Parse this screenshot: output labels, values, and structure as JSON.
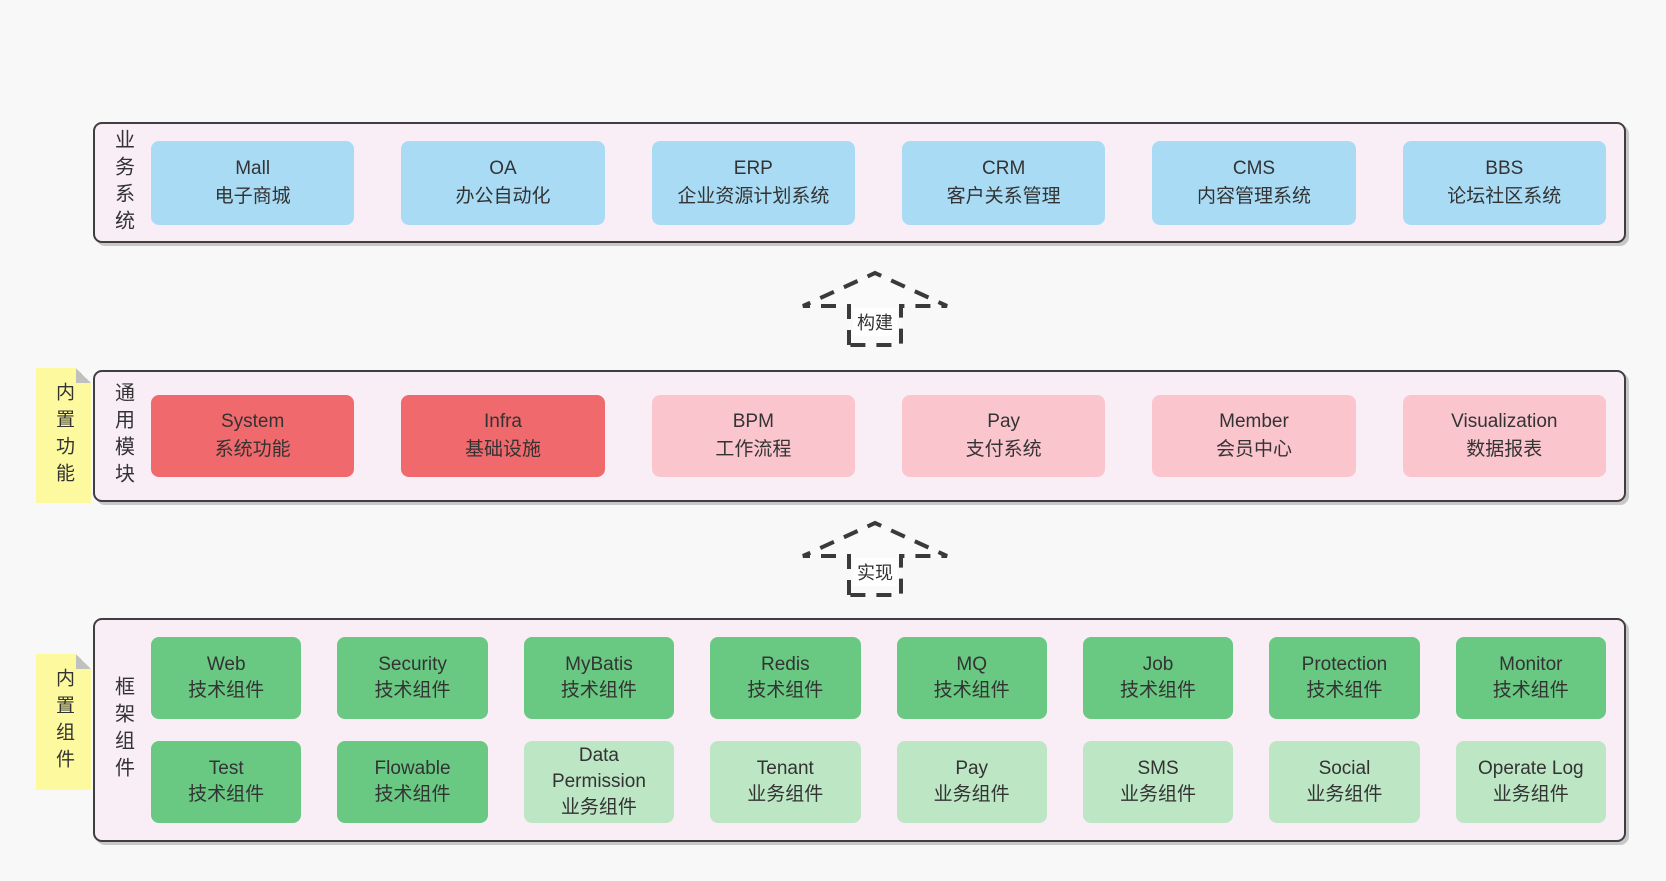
{
  "palette": {
    "page_bg": "#f8f8f8",
    "band_bg": "#f9edf6",
    "band_border": "#3f3f3f",
    "node_blue": "#a9dbf5",
    "node_red": "#f0696c",
    "node_pink": "#fbc5ce",
    "node_green": "#69c882",
    "node_light_green": "#bce6c4",
    "sticky_yellow": "#fcf99f",
    "text": "#333333"
  },
  "bands": [
    {
      "label": "业务系统",
      "boxes": [
        {
          "name": "Mall",
          "desc": "电子商城"
        },
        {
          "name": "OA",
          "desc": "办公自动化"
        },
        {
          "name": "ERP",
          "desc": "企业资源计划系统"
        },
        {
          "name": "CRM",
          "desc": "客户关系管理"
        },
        {
          "name": "CMS",
          "desc": "内容管理系统"
        },
        {
          "name": "BBS",
          "desc": "论坛社区系统"
        }
      ]
    },
    {
      "label": "通用模块",
      "sticky": "内置功能",
      "boxes": [
        {
          "name": "System",
          "desc": "系统功能"
        },
        {
          "name": "Infra",
          "desc": "基础设施"
        },
        {
          "name": "BPM",
          "desc": "工作流程"
        },
        {
          "name": "Pay",
          "desc": "支付系统"
        },
        {
          "name": "Member",
          "desc": "会员中心"
        },
        {
          "name": "Visualization",
          "desc": "数据报表"
        }
      ]
    },
    {
      "label": "框架组件",
      "sticky": "内置组件",
      "rows": [
        [
          {
            "name": "Web",
            "desc": "技术组件"
          },
          {
            "name": "Security",
            "desc": "技术组件"
          },
          {
            "name": "MyBatis",
            "desc": "技术组件"
          },
          {
            "name": "Redis",
            "desc": "技术组件"
          },
          {
            "name": "MQ",
            "desc": "技术组件"
          },
          {
            "name": "Job",
            "desc": "技术组件"
          },
          {
            "name": "Protection",
            "desc": "技术组件"
          },
          {
            "name": "Monitor",
            "desc": "技术组件"
          }
        ],
        [
          {
            "name": "Test",
            "desc": "技术组件"
          },
          {
            "name": "Flowable",
            "desc": "技术组件"
          },
          {
            "name": "Data Permission",
            "desc": "业务组件"
          },
          {
            "name": "Tenant",
            "desc": "业务组件"
          },
          {
            "name": "Pay",
            "desc": "业务组件"
          },
          {
            "name": "SMS",
            "desc": "业务组件"
          },
          {
            "name": "Social",
            "desc": "业务组件"
          },
          {
            "name": "Operate Log",
            "desc": "业务组件"
          }
        ]
      ]
    }
  ],
  "arrows": [
    {
      "label": "构建"
    },
    {
      "label": "实现"
    }
  ]
}
